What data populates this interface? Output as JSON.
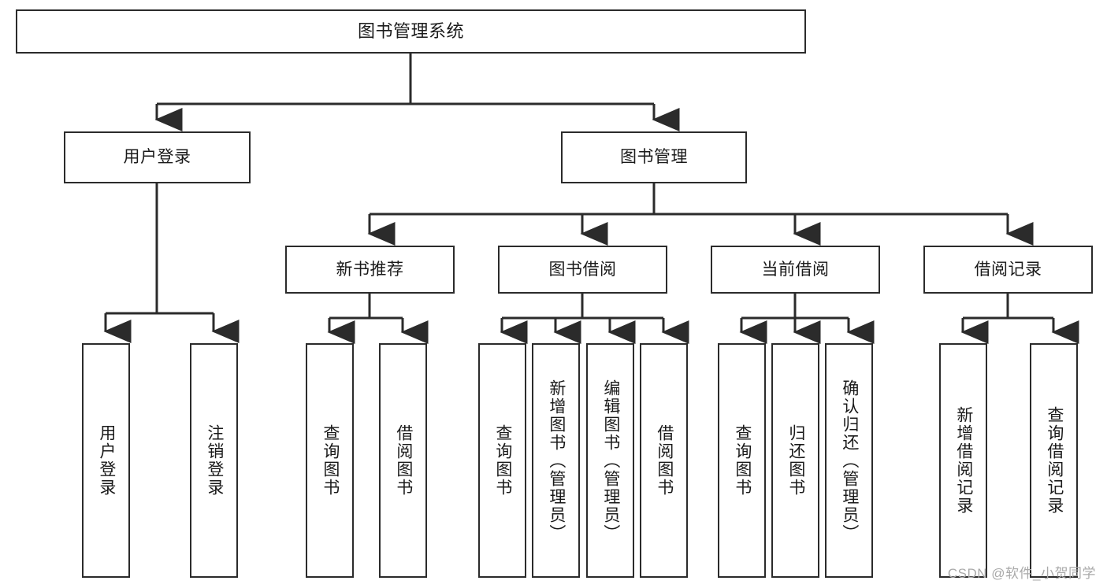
{
  "diagram": {
    "title": "图书管理系统",
    "type": "tree-hierarchy",
    "stroke_color": "#2b2b2b",
    "fill_color": "#ffffff",
    "text_color": "#1a1a1a"
  },
  "root": {
    "label": "图书管理系统"
  },
  "level2": [
    {
      "label": "用户登录"
    },
    {
      "label": "图书管理"
    }
  ],
  "level3": [
    {
      "label": "新书推荐"
    },
    {
      "label": "图书借阅"
    },
    {
      "label": "当前借阅"
    },
    {
      "label": "借阅记录"
    }
  ],
  "leaves": {
    "user_login": [
      {
        "label": "用户登录"
      },
      {
        "label": "注销登录"
      }
    ],
    "new_book_recommend": [
      {
        "label": "查询图书"
      },
      {
        "label": "借阅图书"
      }
    ],
    "book_borrow": [
      {
        "label": "查询图书"
      },
      {
        "label": "新增图书（管理员）"
      },
      {
        "label": "编辑图书（管理员）"
      },
      {
        "label": "借阅图书"
      }
    ],
    "current_borrow": [
      {
        "label": "查询图书"
      },
      {
        "label": "归还图书"
      },
      {
        "label": "确认归还（管理员）"
      }
    ],
    "borrow_record": [
      {
        "label": "新增借阅记录"
      },
      {
        "label": "查询借阅记录"
      }
    ]
  },
  "watermark": {
    "text": "CSDN @软件_小贺同学"
  }
}
